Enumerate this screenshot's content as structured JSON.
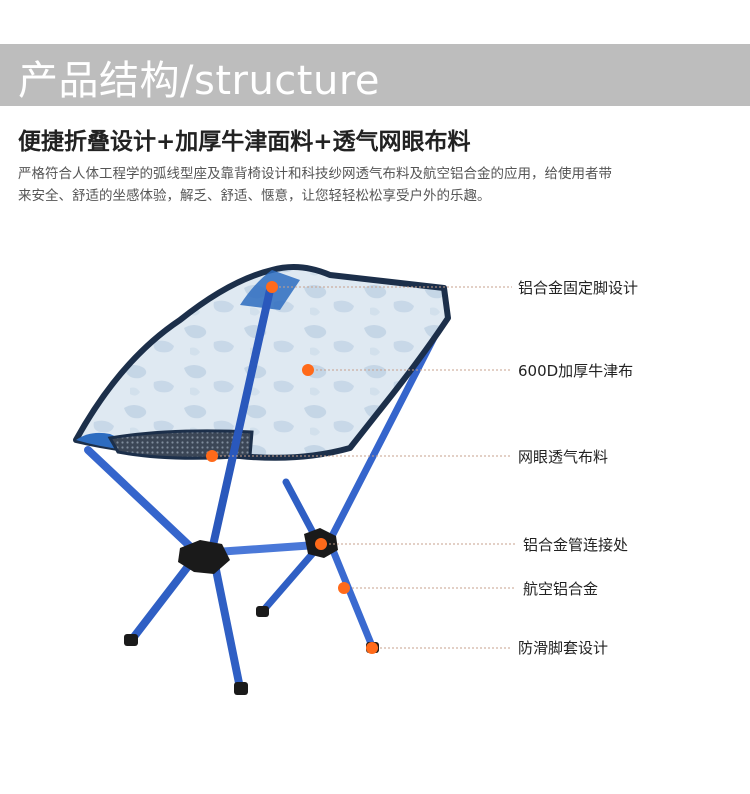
{
  "header": {
    "title": "产品结构/structure",
    "band_color": "#bdbdbd"
  },
  "headline": "便捷折叠设计+加厚牛津面料+透气网眼布料",
  "description": {
    "line1": "严格符合人体工程学的弧线型座及靠背椅设计和科技纱网透气布料及航空铝合金的应用，给使用者带",
    "line2": "来安全、舒适的坐感体验，解乏、舒适、惬意，让您轻轻松松享受户外的乐趣。"
  },
  "callouts": [
    {
      "label": "铝合金固定脚设计",
      "icon": "orange-dot-marker"
    },
    {
      "label": "600D加厚牛津布",
      "icon": "orange-dot-marker"
    },
    {
      "label": "网眼透气布料",
      "icon": "orange-dot-marker"
    },
    {
      "label": "铝合金管连接处",
      "icon": "orange-dot-marker"
    },
    {
      "label": "航空铝合金",
      "icon": "orange-dot-marker"
    },
    {
      "label": "防滑脚套设计",
      "icon": "orange-dot-marker"
    }
  ],
  "colors": {
    "marker": "#ff6a1a",
    "frame": "#2f5fc4",
    "fabric": "#dfe9f2",
    "trim": "#1c2f4a"
  }
}
